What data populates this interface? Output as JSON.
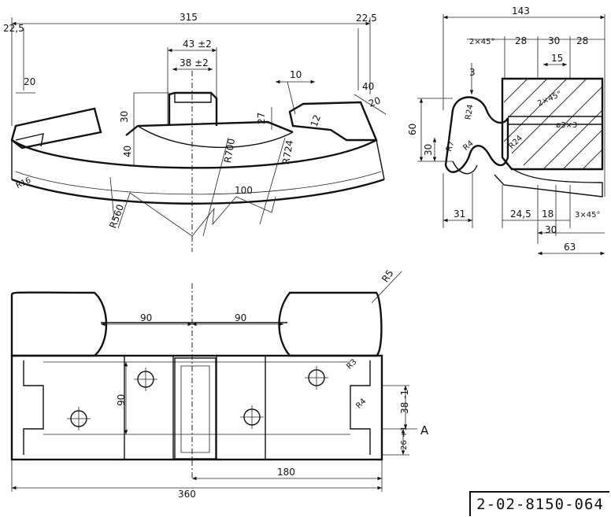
{
  "drawing_number": "2-02-8150-064",
  "dimensions": {
    "d_22_5_left": "22,5",
    "d_315": "315",
    "d_22_5_right": "22,5",
    "d_43": "43 ±2",
    "d_38_top": "38 ±2",
    "d_20_left": "20",
    "d_30": "30",
    "d_40": "40",
    "d_10": "10",
    "d_40_right": "40",
    "d_20_right": "20",
    "d_27": "27",
    "d_12": "12",
    "r_700": "R700",
    "r_724": "R724",
    "d_100": "100",
    "r_560": "R560",
    "r_16": "R16",
    "s_143": "143",
    "s_chamfer_top": "2×45°",
    "s_28a": "28",
    "s_30": "30",
    "s_28b": "28",
    "s_15": "15",
    "s_3": "3",
    "s_60": "60",
    "s_30_left": "30",
    "s_r7": "R7",
    "s_r4": "R4",
    "s_r24": "R24",
    "s_31": "31",
    "s_24_5": "24,5",
    "s_18": "18",
    "s_chamfer_bot": "3×45°",
    "s_30_bot": "30",
    "s_63": "63",
    "s_2x45_in": "2×45°",
    "s_3x3": "ø3×3",
    "s_r24b": "R24",
    "p_r5": "R5",
    "p_90a": "90",
    "p_90b": "90",
    "p_90v": "90",
    "p_r3": "R3",
    "p_r4": "R4",
    "p_38": "38 -1",
    "p_a": "A",
    "p_26": "26 +1",
    "p_180": "180",
    "p_360": "360"
  }
}
